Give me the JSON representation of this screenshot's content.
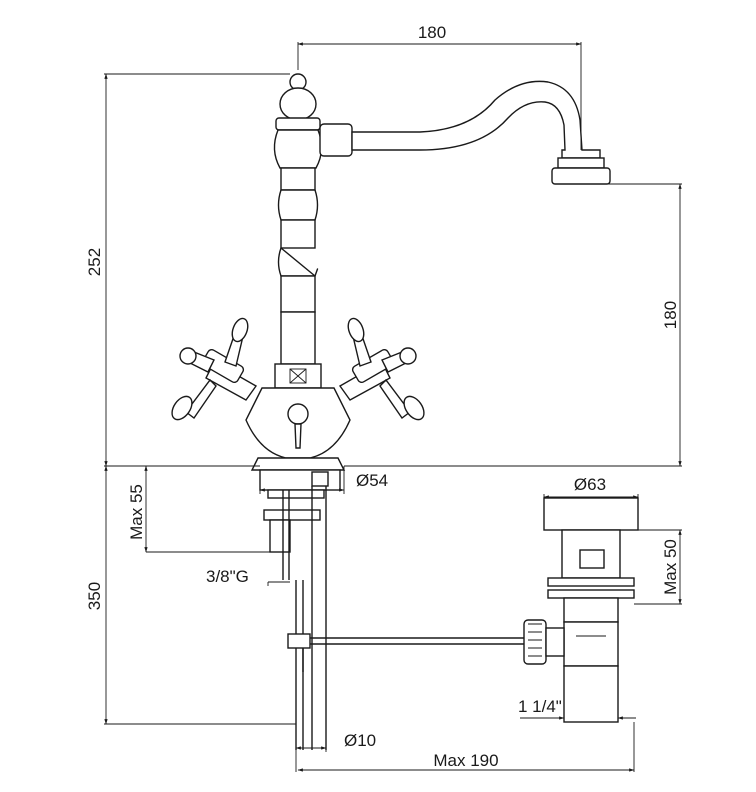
{
  "dimensions": {
    "top_width": "180",
    "total_height": "252",
    "spout_height": "180",
    "base_diameter": "Ø54",
    "max_55": "Max 55",
    "thread": "3/8\"G",
    "below_height": "350",
    "pipe_diameter": "Ø10",
    "max_190": "Max 190",
    "waste_diameter": "Ø63",
    "max_50": "Max 50",
    "waste_thread": "1 1/4\""
  }
}
